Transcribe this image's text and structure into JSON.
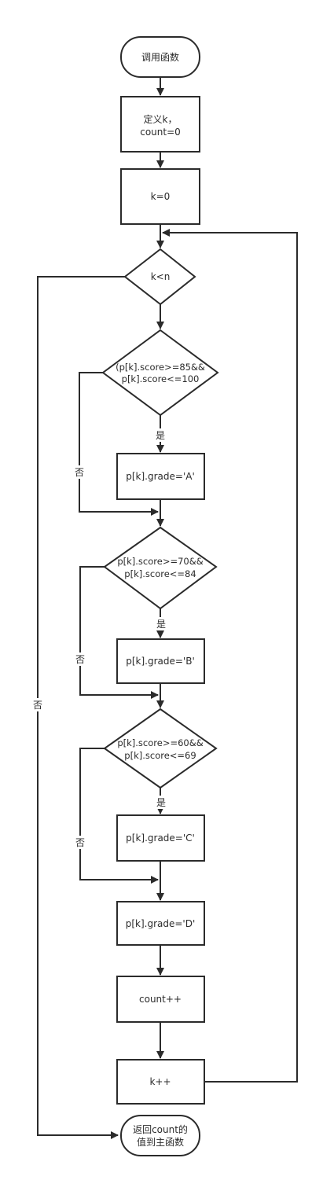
{
  "nodes": {
    "start": "调用函数",
    "define_line1": "定义k，",
    "define_line2": "count=0",
    "k_init": "k=0",
    "loop_cond": "k<n",
    "cond_a_line1": "(p[k].score>=85&&",
    "cond_a_line2": "p[k].score<=100",
    "grade_a": "p[k].grade='A'",
    "cond_b_line1": "p[k].score>=70&&",
    "cond_b_line2": "p[k].score<=84",
    "grade_b": "p[k].grade='B'",
    "cond_c_line1": "p[k].score>=60&&",
    "cond_c_line2": "p[k].score<=69",
    "grade_c": "p[k].grade='C'",
    "grade_d": "p[k].grade='D'",
    "count_inc": "count++",
    "k_inc": "k++",
    "end_line1": "返回count的",
    "end_line2": "值到主函数"
  },
  "edge_labels": {
    "yes_a": "是",
    "no_a": "否",
    "yes_b": "是",
    "no_b": "否",
    "yes_c": "是",
    "no_c": "否",
    "no_loop": "否"
  }
}
